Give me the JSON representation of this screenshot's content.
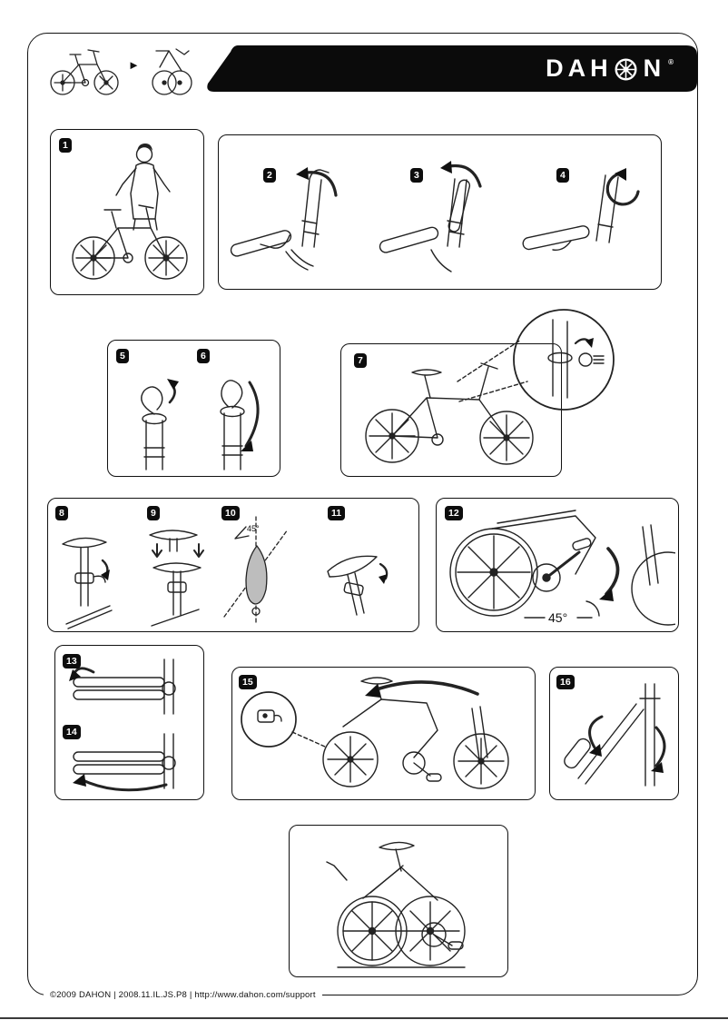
{
  "header": {
    "brand_prefix": "DAH",
    "brand_suffix": "N",
    "registered": "®",
    "fold_arrow": "►"
  },
  "steps": [
    "1",
    "2",
    "3",
    "4",
    "5",
    "6",
    "7",
    "8",
    "9",
    "10",
    "11",
    "12",
    "13",
    "14",
    "15",
    "16"
  ],
  "annotations": {
    "crank_angle": "45°",
    "saddle_angle": "45°"
  },
  "footer": {
    "text": "©2009 DAHON | 2008.11.IL.JS.P8 | http://www.dahon.com/support"
  }
}
